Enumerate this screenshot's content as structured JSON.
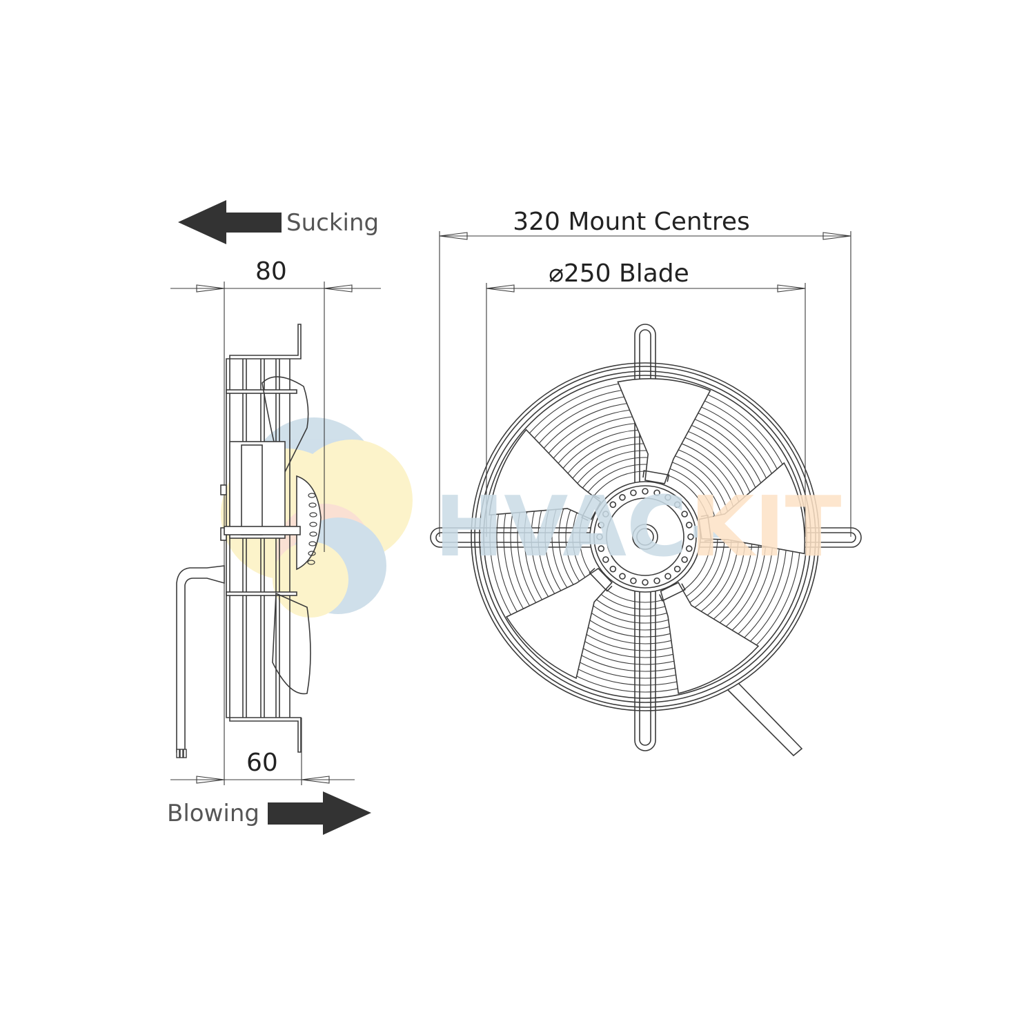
{
  "labels": {
    "sucking": "Sucking",
    "blowing": "Blowing",
    "depth_total": "80",
    "depth_guard": "60",
    "mount_centres": "320 Mount Centres",
    "blade_diameter": "⌀250 Blade"
  },
  "watermark": {
    "text_left": "HVAC-",
    "text_right": "KIT",
    "color_left": "#c9dbe6",
    "color_right": "#fde2c6"
  },
  "colors": {
    "line": "#3a3a3a",
    "arrow": "#333333"
  }
}
